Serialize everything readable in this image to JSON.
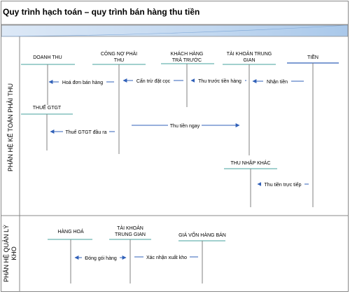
{
  "page": {
    "title": "Quy trình hạch toán – quy trình bán hàng thu tiền"
  },
  "colors": {
    "border": "#888888",
    "header_blue": "#a9c8ea",
    "lifeline": "#808080",
    "underline": "#6bb5b0",
    "arrow": "#3060b8",
    "text": "#000000"
  },
  "sections": [
    {
      "id": "ke-toan",
      "label": "PHÂN HỆ KẾ TOÁN PHẢI THU"
    },
    {
      "id": "quan-ly-kho",
      "label": "PHÂN HỆ QUẢN LÝ KHO"
    }
  ],
  "ke_toan": {
    "headers": {
      "doanh_thu": "DOANH THU",
      "cong_no": "CÔNG NỢ PHẢI THU",
      "khach_hang": "KHÁCH HÀNG TRẢ TRƯỚC",
      "tk_trung_gian": "TÀI KHOẢN TRUNG GIAN",
      "tien": "TIỀN",
      "thue_gtgt": "THUẾ GTGT",
      "thu_nhap_khac": "THU NHẬP KHÁC"
    },
    "messages": {
      "hoa_don": "Hoá đơn bán hàng",
      "can_tru": "Cấn trừ đặt cọc",
      "thu_truoc": "Thu trước tiền hàng",
      "nhan_tien": "Nhận tiền",
      "thue_dau_ra": "Thuế GTGT đầu ra",
      "thu_tien_ngay": "Thu tiền ngay",
      "thu_tien_truc_tiep": "Thu tiền trực tiếp"
    }
  },
  "kho": {
    "headers": {
      "hang_hoa": "HÀNG HOÁ",
      "tk_trung_gian": "TÀI KHOẢN TRUNG GIAN",
      "gia_von": "GIÁ VỐN HÀNG BÁN"
    },
    "messages": {
      "dong_goi": "Đóng gói hàng",
      "xac_nhan": "Xác nhận xuất kho"
    }
  }
}
